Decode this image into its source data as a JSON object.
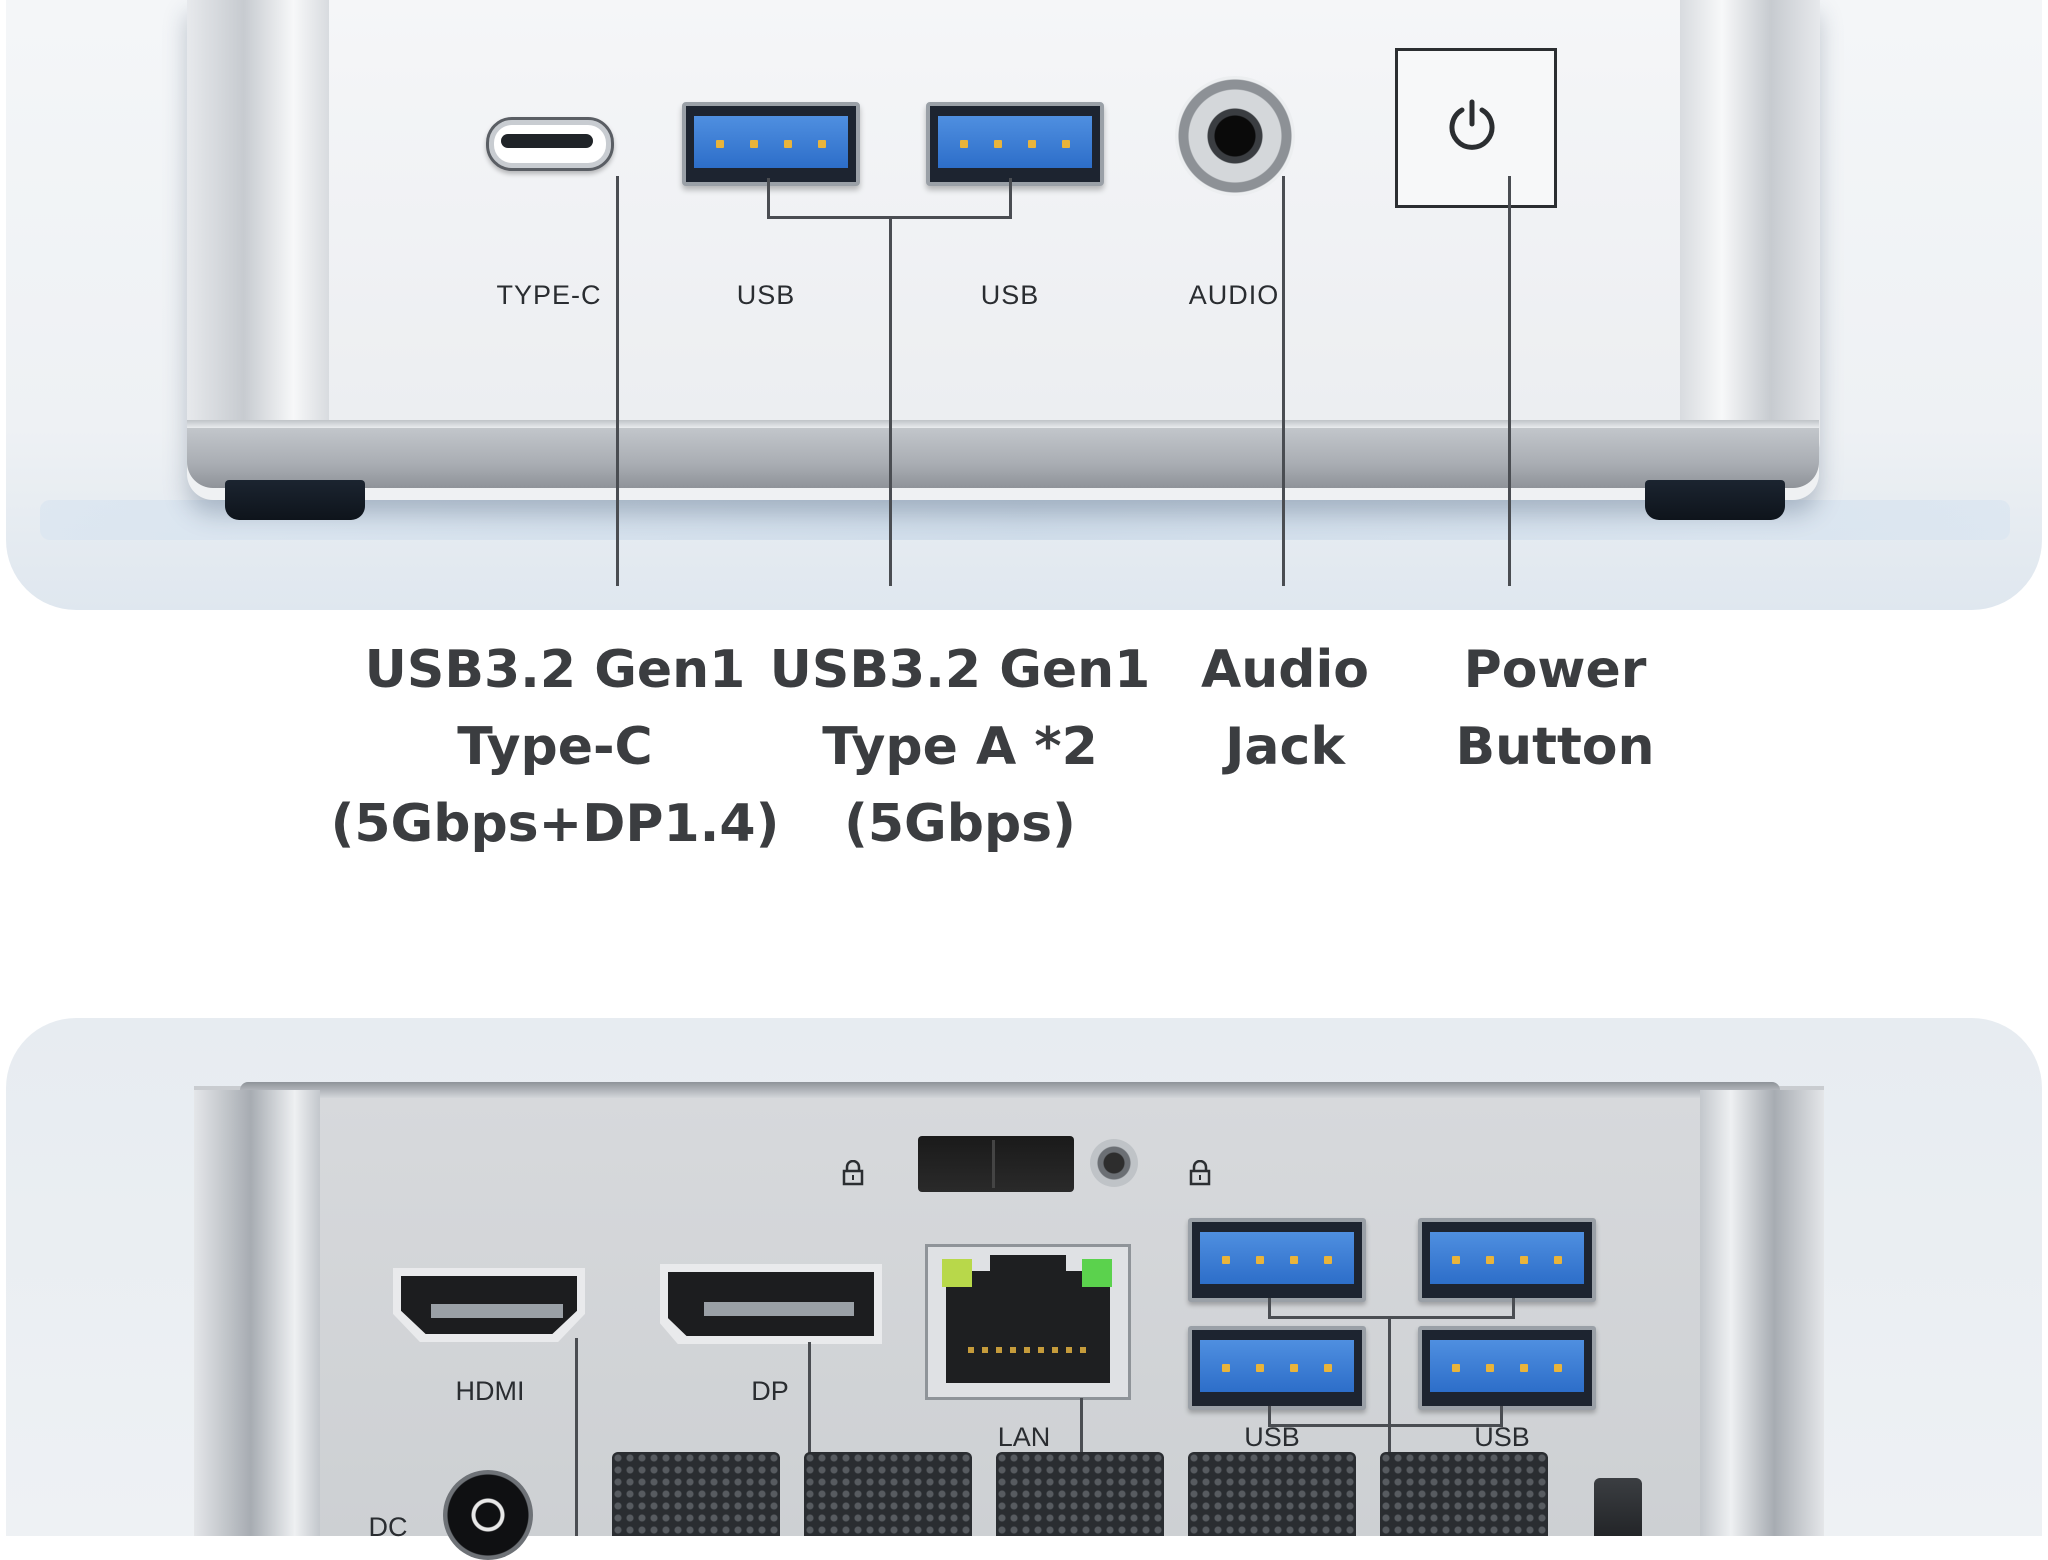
{
  "front_panel": {
    "port_labels": {
      "typec": "TYPE-C",
      "usb_left": "USB",
      "usb_right": "USB",
      "audio": "AUDIO"
    },
    "captions": {
      "typec": [
        "USB3.2 Gen1",
        "Type-C",
        "(5Gbps+DP1.4)"
      ],
      "usb": [
        "USB3.2 Gen1",
        "Type A *2",
        "(5Gbps)"
      ],
      "audio": [
        "Audio",
        "Jack"
      ],
      "power": [
        "Power",
        "Button"
      ]
    }
  },
  "rear_panel": {
    "port_labels": {
      "hdmi": "HDMI",
      "dp": "DP",
      "lan": "LAN",
      "usb_left": "USB",
      "usb_right": "USB",
      "dc": "DC"
    }
  },
  "colors": {
    "usb_blue": "#2d6ec9",
    "caption_text": "#3b3d40",
    "led_yellow": "#b8d84a",
    "led_green": "#5bd24d"
  },
  "icons": [
    "power-icon",
    "lock-icon"
  ]
}
